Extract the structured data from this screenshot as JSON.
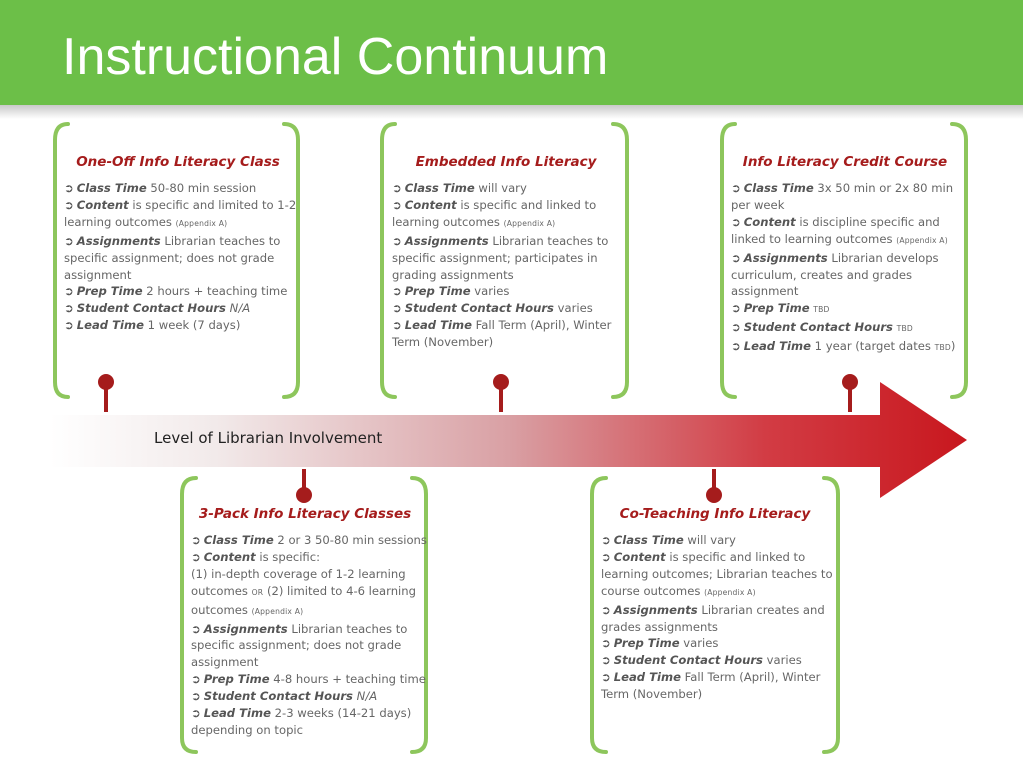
{
  "slide": {
    "title": "Instructional Continuum"
  },
  "arrow": {
    "label": "Level of Librarian Involvement"
  },
  "colors": {
    "header": "#6cbf48",
    "bracket": "#8dc65c",
    "accent": "#a51c1c",
    "arrow_end": "#c8171e"
  },
  "cards": [
    {
      "title": "One-Off Info Literacy Class",
      "lines": [
        [
          {
            "t": "arrow",
            "v": "➲"
          },
          {
            "t": "k",
            "v": "Class Time"
          },
          {
            "t": "n",
            "v": " 50-80 min session"
          }
        ],
        [
          {
            "t": "arrow",
            "v": "➲"
          },
          {
            "t": "k",
            "v": "Content"
          },
          {
            "t": "n",
            "v": " is specific and limited to 1-2"
          }
        ],
        [
          {
            "t": "n",
            "v": "learning outcomes "
          },
          {
            "t": "s",
            "v": "(Appendix A)"
          }
        ],
        [
          {
            "t": "arrow",
            "v": "➲"
          },
          {
            "t": "k",
            "v": "Assignments"
          },
          {
            "t": "n",
            "v": " Librarian teaches to"
          }
        ],
        [
          {
            "t": "n",
            "v": "specific assignment; does not grade"
          }
        ],
        [
          {
            "t": "n",
            "v": "assignment"
          }
        ],
        [
          {
            "t": "arrow",
            "v": "➲"
          },
          {
            "t": "k",
            "v": "Prep Time"
          },
          {
            "t": "n",
            "v": " 2 hours + teaching time"
          }
        ],
        [
          {
            "t": "arrow",
            "v": "➲"
          },
          {
            "t": "k",
            "v": "Student Contact Hours"
          },
          {
            "t": "n",
            "v": " "
          },
          {
            "t": "i",
            "v": "N/A"
          }
        ],
        [
          {
            "t": "arrow",
            "v": "➲"
          },
          {
            "t": "k",
            "v": "Lead Time"
          },
          {
            "t": "n",
            "v": " 1 week (7 days)"
          }
        ]
      ]
    },
    {
      "title": "Embedded Info Literacy",
      "lines": [
        [
          {
            "t": "arrow",
            "v": "➲"
          },
          {
            "t": "k",
            "v": "Class Time"
          },
          {
            "t": "n",
            "v": " will vary"
          }
        ],
        [
          {
            "t": "arrow",
            "v": "➲"
          },
          {
            "t": "k",
            "v": "Content"
          },
          {
            "t": "n",
            "v": " is specific and linked to"
          }
        ],
        [
          {
            "t": "n",
            "v": "learning outcomes "
          },
          {
            "t": "s",
            "v": "(Appendix A)"
          }
        ],
        [
          {
            "t": "arrow",
            "v": "➲"
          },
          {
            "t": "k",
            "v": "Assignments"
          },
          {
            "t": "n",
            "v": " Librarian teaches to"
          }
        ],
        [
          {
            "t": "n",
            "v": "specific assignment; participates in"
          }
        ],
        [
          {
            "t": "n",
            "v": "grading assignments"
          }
        ],
        [
          {
            "t": "arrow",
            "v": "➲"
          },
          {
            "t": "k",
            "v": "Prep Time"
          },
          {
            "t": "n",
            "v": " varies"
          }
        ],
        [
          {
            "t": "arrow",
            "v": "➲"
          },
          {
            "t": "k",
            "v": "Student Contact Hours"
          },
          {
            "t": "n",
            "v": " varies"
          }
        ],
        [
          {
            "t": "arrow",
            "v": "➲"
          },
          {
            "t": "k",
            "v": "Lead Time"
          },
          {
            "t": "n",
            "v": " Fall Term (April), Winter"
          }
        ],
        [
          {
            "t": "n",
            "v": "Term (November)"
          }
        ]
      ]
    },
    {
      "title": "Info Literacy Credit Course",
      "lines": [
        [
          {
            "t": "arrow",
            "v": "➲"
          },
          {
            "t": "k",
            "v": "Class Time"
          },
          {
            "t": "n",
            "v": " 3x 50 min or 2x 80 min"
          }
        ],
        [
          {
            "t": "n",
            "v": "per week"
          }
        ],
        [
          {
            "t": "arrow",
            "v": "➲"
          },
          {
            "t": "k",
            "v": "Content"
          },
          {
            "t": "n",
            "v": " is discipline specific and"
          }
        ],
        [
          {
            "t": "n",
            "v": "linked to learning outcomes "
          },
          {
            "t": "s",
            "v": "(Appendix A)"
          }
        ],
        [
          {
            "t": "arrow",
            "v": "➲"
          },
          {
            "t": "k",
            "v": "Assignments"
          },
          {
            "t": "n",
            "v": " Librarian develops"
          }
        ],
        [
          {
            "t": "n",
            "v": "curriculum, creates and grades"
          }
        ],
        [
          {
            "t": "n",
            "v": "assignment"
          }
        ],
        [
          {
            "t": "arrow",
            "v": "➲"
          },
          {
            "t": "k",
            "v": "Prep Time"
          },
          {
            "t": "n",
            "v": " "
          },
          {
            "t": "s",
            "v": "TBD"
          }
        ],
        [
          {
            "t": "arrow",
            "v": "➲"
          },
          {
            "t": "k",
            "v": "Student Contact Hours"
          },
          {
            "t": "n",
            "v": " "
          },
          {
            "t": "s",
            "v": "TBD"
          }
        ],
        [
          {
            "t": "arrow",
            "v": "➲"
          },
          {
            "t": "k",
            "v": "Lead Time"
          },
          {
            "t": "n",
            "v": " 1 year (target dates "
          },
          {
            "t": "s",
            "v": "TBD"
          },
          {
            "t": "n",
            "v": ")"
          }
        ]
      ]
    },
    {
      "title": "3-Pack Info Literacy Classes",
      "lines": [
        [
          {
            "t": "arrow",
            "v": "➲"
          },
          {
            "t": "k",
            "v": "Class Time"
          },
          {
            "t": "n",
            "v": " 2 or 3 50-80 min sessions"
          }
        ],
        [
          {
            "t": "arrow",
            "v": "➲"
          },
          {
            "t": "k",
            "v": "Content"
          },
          {
            "t": "n",
            "v": " is specific:"
          }
        ],
        [
          {
            "t": "n",
            "v": " (1) in-depth coverage of 1-2 learning"
          }
        ],
        [
          {
            "t": "n",
            "v": "outcomes "
          },
          {
            "t": "s",
            "v": "OR"
          },
          {
            "t": "n",
            "v": " (2) limited to 4-6 learning"
          }
        ],
        [
          {
            "t": "n",
            "v": "outcomes "
          },
          {
            "t": "s",
            "v": "(Appendix A)"
          }
        ],
        [
          {
            "t": "arrow",
            "v": "➲"
          },
          {
            "t": "k",
            "v": "Assignments"
          },
          {
            "t": "n",
            "v": " Librarian teaches to"
          }
        ],
        [
          {
            "t": "n",
            "v": "specific assignment; does not grade"
          }
        ],
        [
          {
            "t": "n",
            "v": "assignment"
          }
        ],
        [
          {
            "t": "arrow",
            "v": "➲"
          },
          {
            "t": "k",
            "v": "Prep Time"
          },
          {
            "t": "n",
            "v": " 4-8 hours + teaching time"
          }
        ],
        [
          {
            "t": "arrow",
            "v": "➲"
          },
          {
            "t": "k",
            "v": "Student Contact Hours"
          },
          {
            "t": "n",
            "v": " "
          },
          {
            "t": "i",
            "v": "N/A"
          }
        ],
        [
          {
            "t": "arrow",
            "v": "➲"
          },
          {
            "t": "k",
            "v": "Lead Time"
          },
          {
            "t": "n",
            "v": " 2-3 weeks (14-21 days)"
          }
        ],
        [
          {
            "t": "n",
            "v": "depending on topic"
          }
        ]
      ]
    },
    {
      "title": "Co-Teaching Info Literacy",
      "lines": [
        [
          {
            "t": "arrow",
            "v": "➲"
          },
          {
            "t": "k",
            "v": "Class Time"
          },
          {
            "t": "n",
            "v": " will vary"
          }
        ],
        [
          {
            "t": "arrow",
            "v": "➲"
          },
          {
            "t": "k",
            "v": "Content"
          },
          {
            "t": "n",
            "v": " is specific and linked to"
          }
        ],
        [
          {
            "t": "n",
            "v": "learning outcomes; Librarian teaches to"
          }
        ],
        [
          {
            "t": "n",
            "v": "course outcomes "
          },
          {
            "t": "s",
            "v": "(Appendix A)"
          }
        ],
        [
          {
            "t": "arrow",
            "v": "➲"
          },
          {
            "t": "k",
            "v": "Assignments"
          },
          {
            "t": "n",
            "v": " Librarian creates and"
          }
        ],
        [
          {
            "t": "n",
            "v": "grades assignments"
          }
        ],
        [
          {
            "t": "arrow",
            "v": "➲"
          },
          {
            "t": "k",
            "v": "Prep Time"
          },
          {
            "t": "n",
            "v": " varies"
          }
        ],
        [
          {
            "t": "arrow",
            "v": "➲"
          },
          {
            "t": "k",
            "v": "Student Contact Hours"
          },
          {
            "t": "n",
            "v": " varies"
          }
        ],
        [
          {
            "t": "arrow",
            "v": "➲"
          },
          {
            "t": "k",
            "v": "Lead Time"
          },
          {
            "t": "n",
            "v": " Fall Term (April), Winter"
          }
        ],
        [
          {
            "t": "n",
            "v": "Term (November)"
          }
        ]
      ]
    }
  ]
}
